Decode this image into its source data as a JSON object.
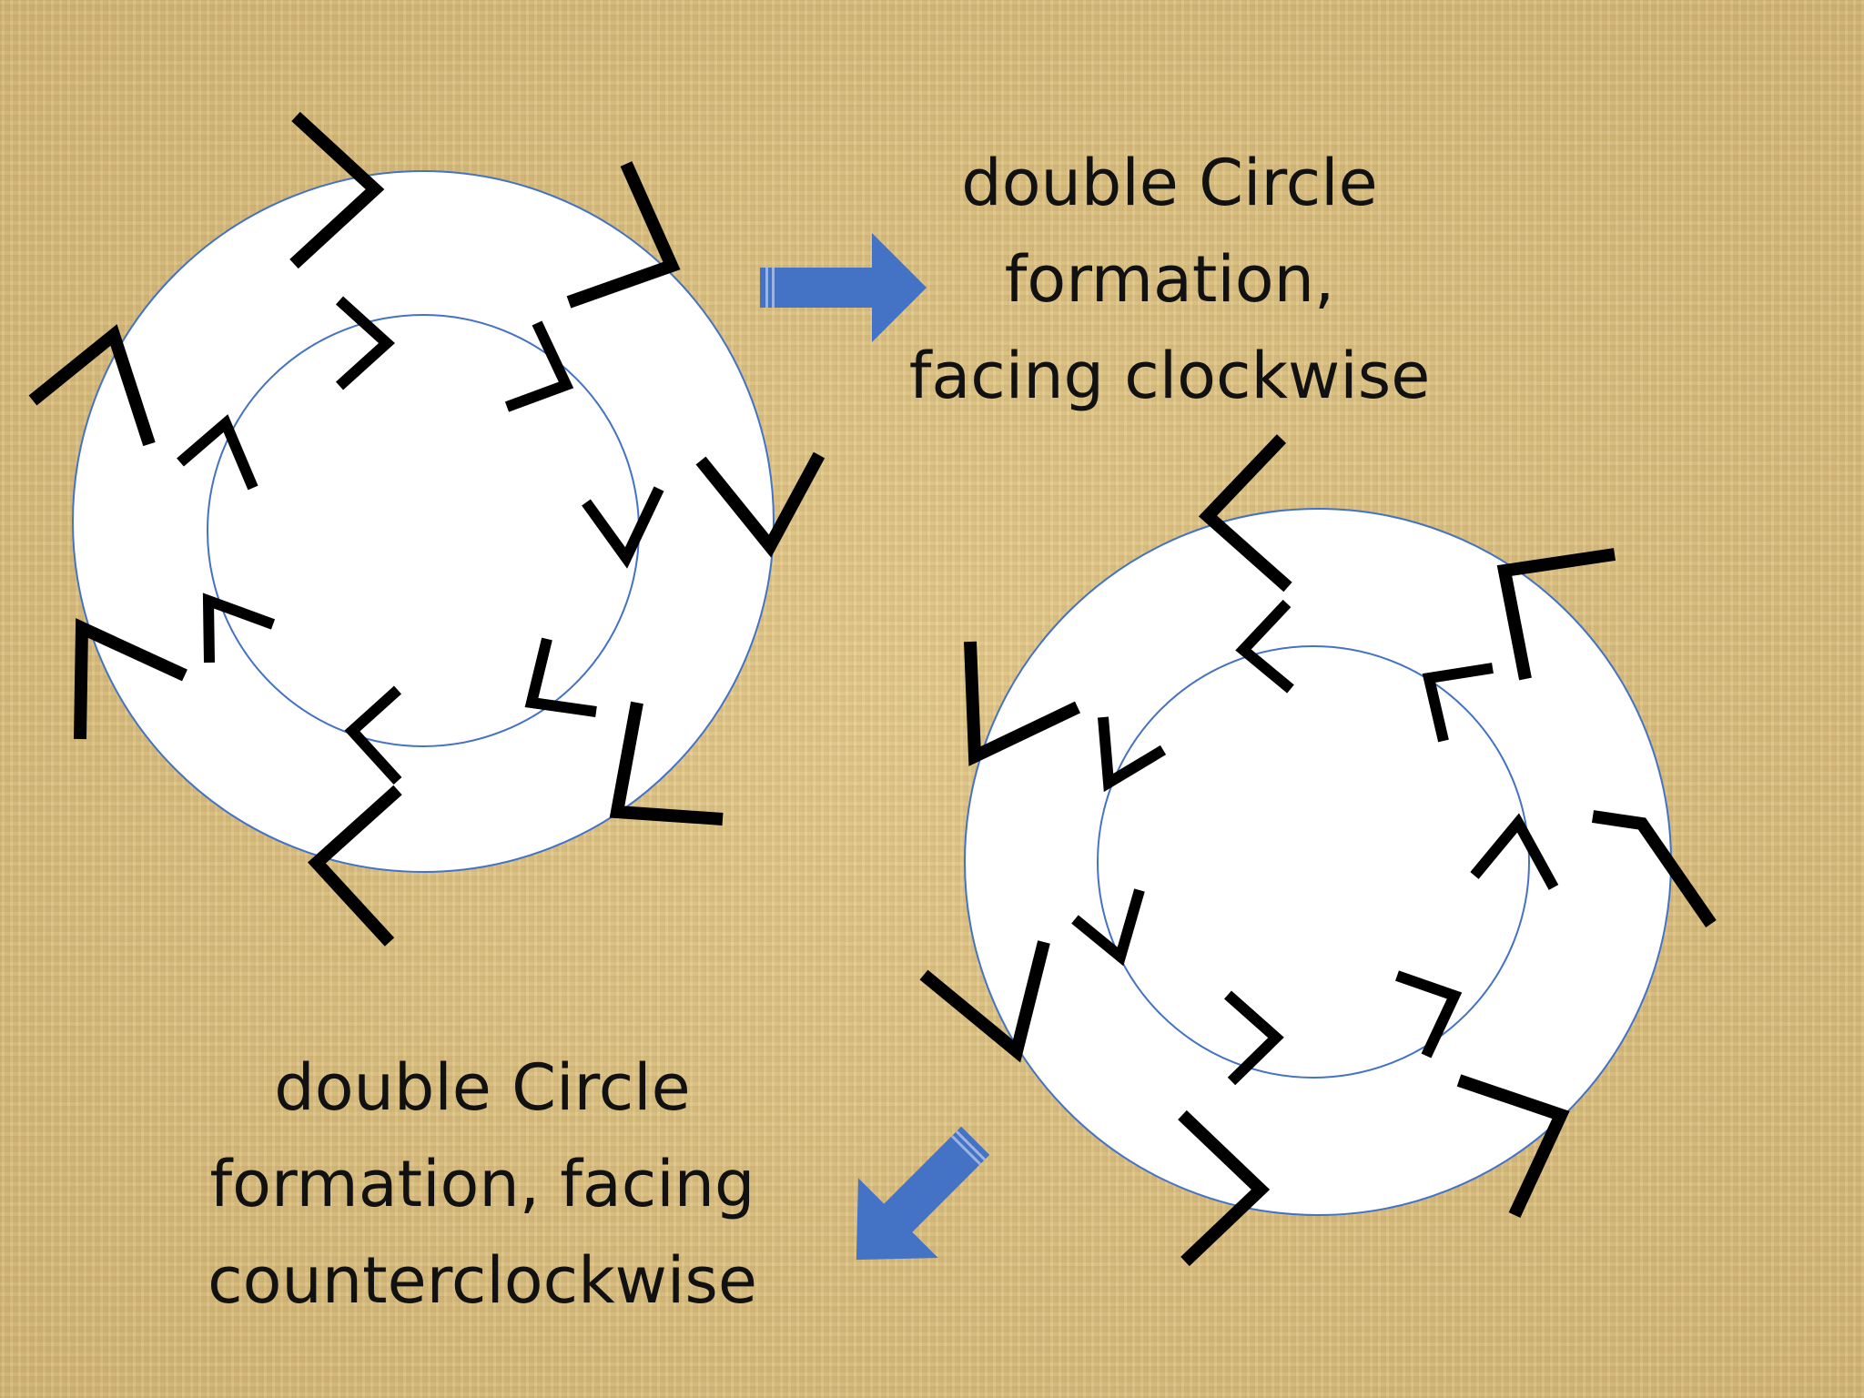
{
  "captions": {
    "clockwise": {
      "line1": "double Circle",
      "line2": "formation,",
      "line3": "facing clockwise"
    },
    "counterclockwise": {
      "line1": "double Circle",
      "line2": "formation, facing",
      "line3": "counterclockwise"
    }
  },
  "colors": {
    "background": "#dcc283",
    "ring_fill": "#ffffff",
    "ring_stroke": "#4472c4",
    "marker": "#000000",
    "arrow": "#4472c4"
  },
  "icons": {
    "dancer_marker": "chevron",
    "pointer": "block-arrow"
  }
}
